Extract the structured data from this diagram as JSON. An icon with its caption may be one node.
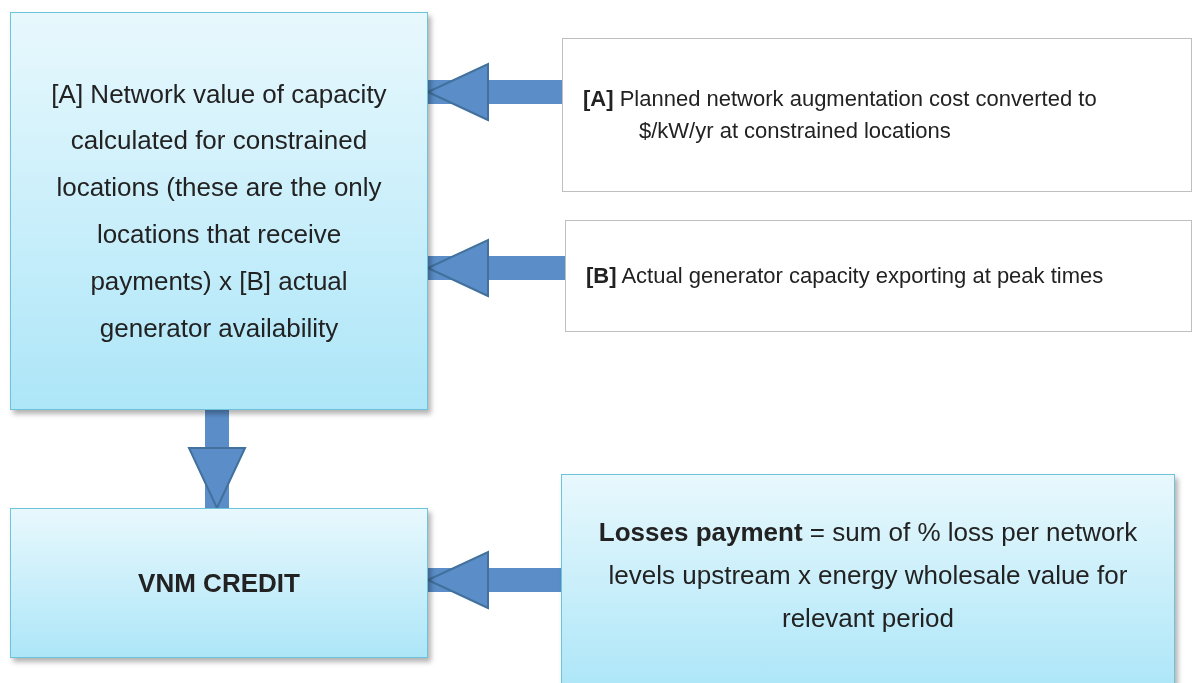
{
  "diagram": {
    "nodes": [
      {
        "text": [
          "[A] Network value of capacity calculated for constrained locations (these are the only locations that receive payments) x [B] actual generator availability"
        ]
      },
      {
        "text": [
          "**[A]** Planned network augmentation cost converted to $/kW/yr at constrained locations"
        ]
      },
      {
        "text": [
          "**[B]** Actual generator capacity exporting at peak times"
        ]
      },
      {
        "text": [
          "VNM CREDIT"
        ]
      },
      {
        "text": [
          "**Losses payment** = sum of % loss per network levels upstream x energy wholesale value for relevant period"
        ]
      }
    ],
    "edges": [
      {
        "from": 1,
        "to": 0,
        "arrow": "to"
      },
      {
        "from": 2,
        "to": 0,
        "arrow": "to"
      },
      {
        "from": 0,
        "to": 3,
        "arrow": "to"
      },
      {
        "from": 4,
        "to": 3,
        "arrow": "to"
      }
    ]
  }
}
